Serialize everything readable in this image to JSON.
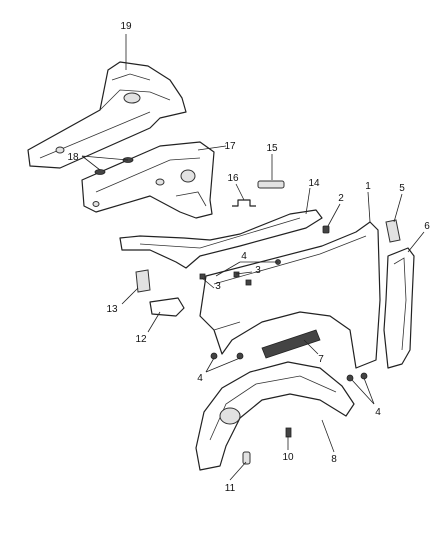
{
  "callouts": [
    {
      "id": "c1",
      "label": "1"
    },
    {
      "id": "c2",
      "label": "2"
    },
    {
      "id": "c3a",
      "label": "3"
    },
    {
      "id": "c3b",
      "label": "3"
    },
    {
      "id": "c4a",
      "label": "4"
    },
    {
      "id": "c4b",
      "label": "4"
    },
    {
      "id": "c4c",
      "label": "4"
    },
    {
      "id": "c5",
      "label": "5"
    },
    {
      "id": "c6",
      "label": "6"
    },
    {
      "id": "c7",
      "label": "7"
    },
    {
      "id": "c8",
      "label": "8"
    },
    {
      "id": "c10",
      "label": "10"
    },
    {
      "id": "c11",
      "label": "11"
    },
    {
      "id": "c12",
      "label": "12"
    },
    {
      "id": "c13",
      "label": "13"
    },
    {
      "id": "c14",
      "label": "14"
    },
    {
      "id": "c15",
      "label": "15"
    },
    {
      "id": "c16",
      "label": "16"
    },
    {
      "id": "c17",
      "label": "17"
    },
    {
      "id": "c18",
      "label": "18"
    },
    {
      "id": "c19",
      "label": "19"
    }
  ]
}
